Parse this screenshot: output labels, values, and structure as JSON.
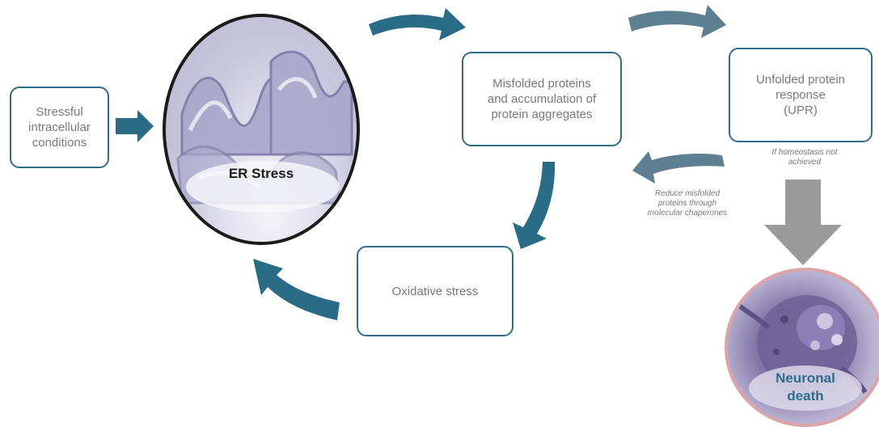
{
  "colors": {
    "teal": "#2a6c85",
    "slate": "#5f7f93",
    "grey_arrow": "#9a9a9a",
    "box_border": "#2f6d86",
    "text_grey": "#7a7a7a",
    "death_label": "#2d6d8a",
    "death_ring": "#dba4aa"
  },
  "nodes": {
    "stressful": "Stressful\nintracellular\nconditions",
    "er_stress": "ER Stress",
    "misfolded": "Misfolded proteins\nand accumulation of\nprotein aggregates",
    "upr": "Unfolded protein\nresponse\n(UPR)",
    "oxidative": "Oxidative stress",
    "neuronal_death": "Neuronal\ndeath"
  },
  "notes": {
    "homeostasis": "If homeostasis not\nachieved",
    "chaperones": "Reduce misfolded\nproteins through\nmolecular chaperones"
  },
  "icons": [
    "er-micrograph-image",
    "neuron-cell-image",
    "arrow-icons"
  ]
}
